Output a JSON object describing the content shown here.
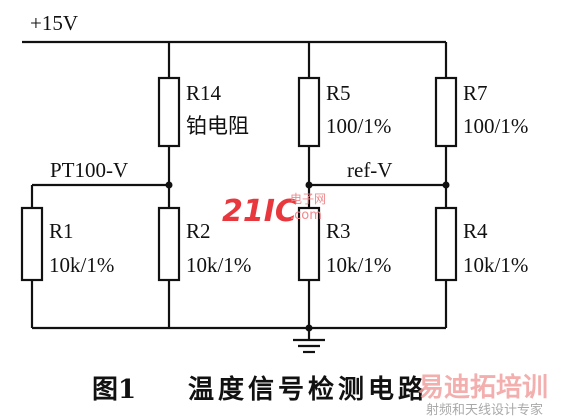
{
  "supply_label": "+15V",
  "node_labels": {
    "pt100_node": "PT100-V",
    "ref_node": "ref-V"
  },
  "resistors": {
    "R14": {
      "name": "R14",
      "value": "铂电阻"
    },
    "R5": {
      "name": "R5",
      "value": "100/1%"
    },
    "R7": {
      "name": "R7",
      "value": "100/1%"
    },
    "R1": {
      "name": "R1",
      "value": "10k/1%"
    },
    "R2": {
      "name": "R2",
      "value": "10k/1%"
    },
    "R3": {
      "name": "R3",
      "value": "10k/1%"
    },
    "R4": {
      "name": "R4",
      "value": "10k/1%"
    }
  },
  "caption": {
    "figure_number": "图1",
    "title": "温度信号检测电路"
  },
  "watermarks": {
    "logo_main": "21IC",
    "logo_sub": "电子网",
    "logo_domain": ".com",
    "brand": "易迪拓培训",
    "slogan": "射频和天线设计专家"
  }
}
